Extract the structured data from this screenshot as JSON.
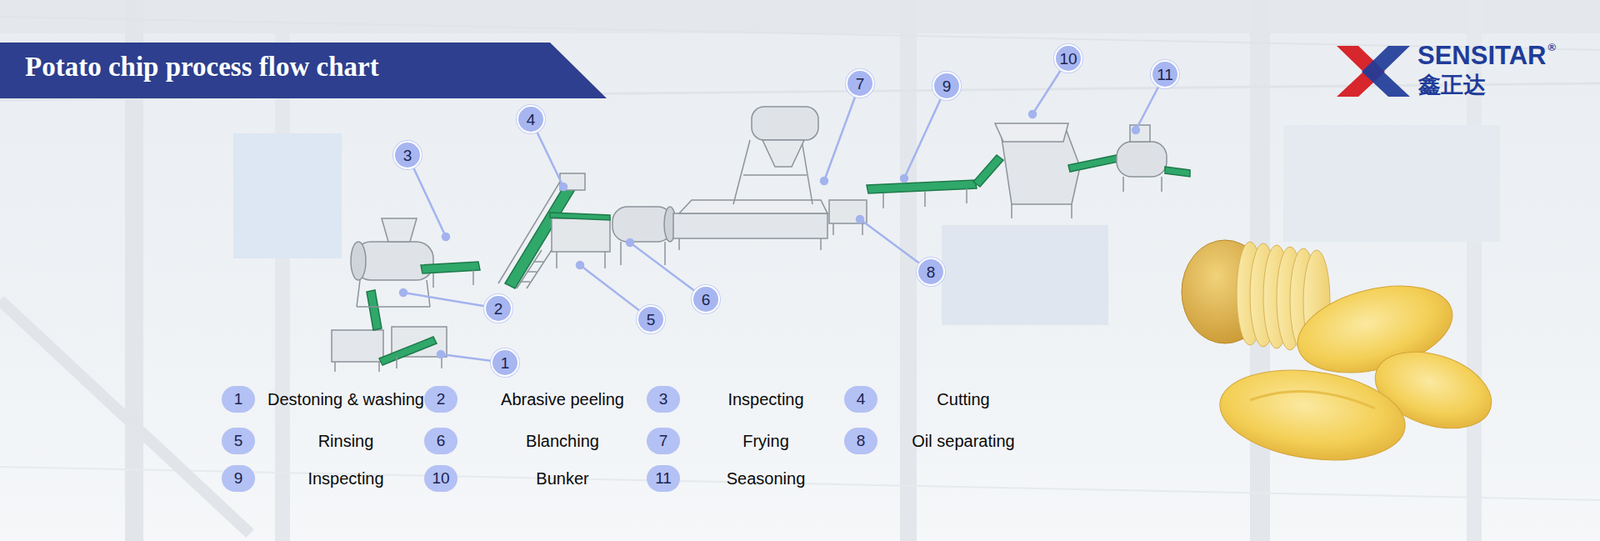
{
  "diagram": {
    "title": "Potato chip process flow chart",
    "nodes": [
      {
        "text": [
          "1"
        ]
      },
      {
        "text": [
          "2"
        ]
      },
      {
        "text": [
          "3"
        ]
      },
      {
        "text": [
          "4"
        ]
      },
      {
        "text": [
          "5"
        ]
      },
      {
        "text": [
          "6"
        ]
      },
      {
        "text": [
          "7"
        ]
      },
      {
        "text": [
          "8"
        ]
      },
      {
        "text": [
          "9"
        ]
      },
      {
        "text": [
          "10"
        ]
      },
      {
        "text": [
          "11"
        ]
      },
      {
        "text": [
          "1",
          "Destoning & washing"
        ]
      },
      {
        "text": [
          "2",
          "Abrasive peeling"
        ]
      },
      {
        "text": [
          "3",
          "Inspecting"
        ]
      },
      {
        "text": [
          "4",
          "Cutting"
        ]
      },
      {
        "text": [
          "5",
          "Rinsing"
        ]
      },
      {
        "text": [
          "6",
          "Blanching"
        ]
      },
      {
        "text": [
          "7",
          "Frying"
        ]
      },
      {
        "text": [
          "8",
          "Oil separating"
        ]
      },
      {
        "text": [
          "9",
          "Inspecting"
        ]
      },
      {
        "text": [
          "10",
          "Bunker"
        ]
      },
      {
        "text": [
          "11",
          "Seasoning"
        ]
      }
    ],
    "labels": [
      "SENSITAR",
      "®",
      "鑫正达"
    ]
  }
}
